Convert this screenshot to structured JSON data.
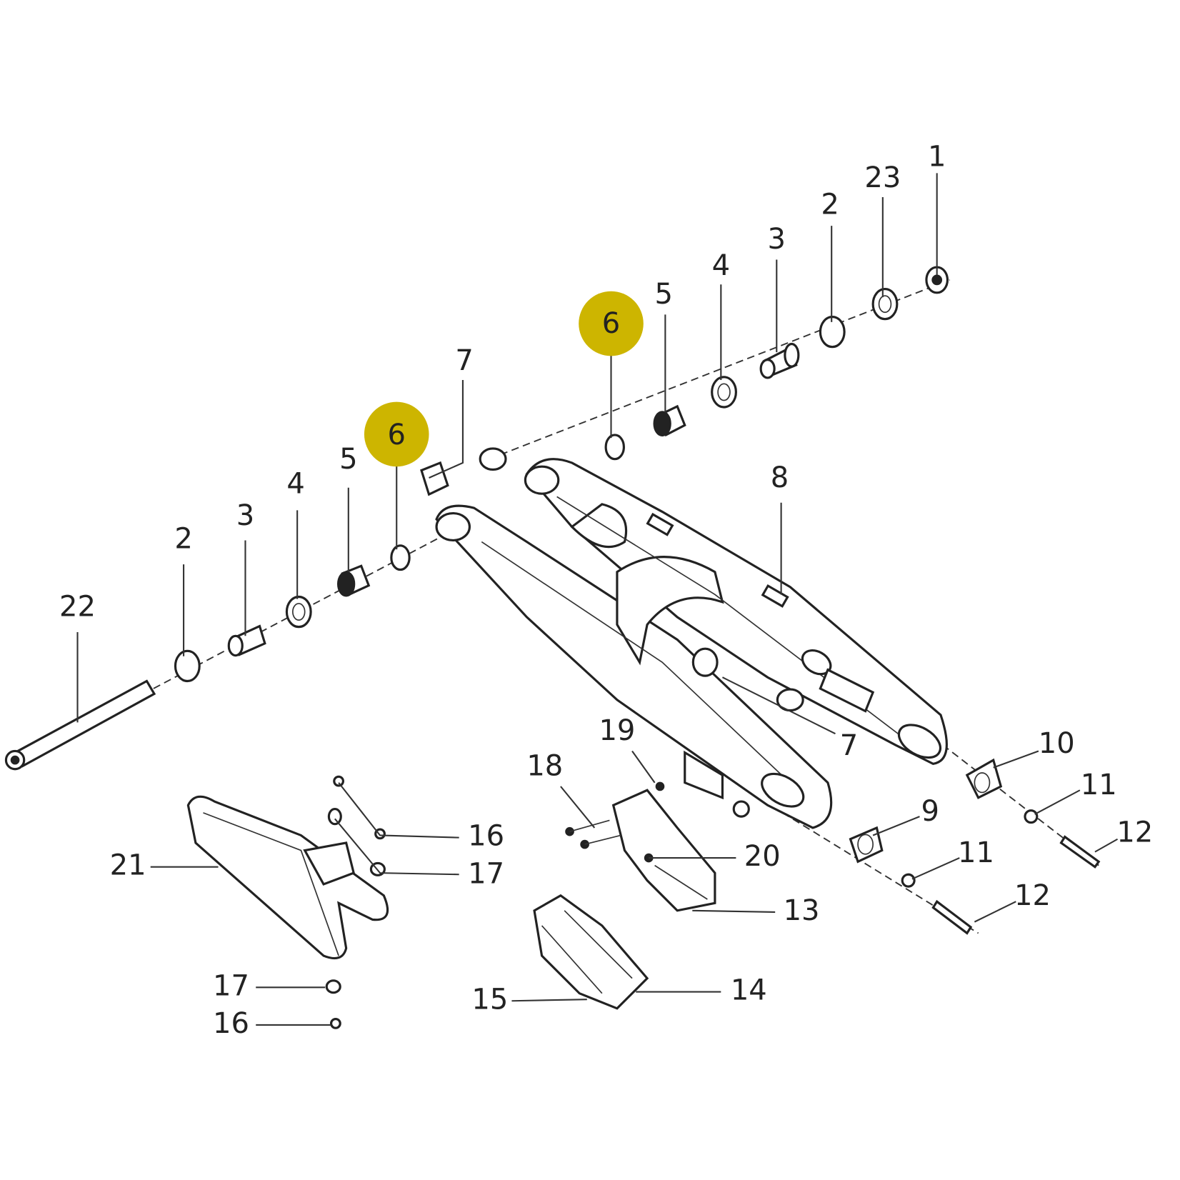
{
  "diagram": {
    "title": "Swingarm exploded parts diagram",
    "highlight_color": "#cdb500",
    "callouts": [
      {
        "number": "1",
        "highlighted": false
      },
      {
        "number": "23",
        "highlighted": false
      },
      {
        "number": "2",
        "highlighted": false
      },
      {
        "number": "3",
        "highlighted": false
      },
      {
        "number": "4",
        "highlighted": false
      },
      {
        "number": "5",
        "highlighted": false
      },
      {
        "number": "6",
        "highlighted": true
      },
      {
        "number": "7",
        "highlighted": false
      },
      {
        "number": "6",
        "highlighted": true
      },
      {
        "number": "5",
        "highlighted": false
      },
      {
        "number": "4",
        "highlighted": false
      },
      {
        "number": "3",
        "highlighted": false
      },
      {
        "number": "2",
        "highlighted": false
      },
      {
        "number": "22",
        "highlighted": false
      },
      {
        "number": "8",
        "highlighted": false
      },
      {
        "number": "7",
        "highlighted": false
      },
      {
        "number": "10",
        "highlighted": false
      },
      {
        "number": "11",
        "highlighted": false
      },
      {
        "number": "12",
        "highlighted": false
      },
      {
        "number": "9",
        "highlighted": false
      },
      {
        "number": "11",
        "highlighted": false
      },
      {
        "number": "12",
        "highlighted": false
      },
      {
        "number": "19",
        "highlighted": false
      },
      {
        "number": "18",
        "highlighted": false
      },
      {
        "number": "20",
        "highlighted": false
      },
      {
        "number": "13",
        "highlighted": false
      },
      {
        "number": "14",
        "highlighted": false
      },
      {
        "number": "15",
        "highlighted": false
      },
      {
        "number": "16",
        "highlighted": false
      },
      {
        "number": "17",
        "highlighted": false
      },
      {
        "number": "21",
        "highlighted": false
      },
      {
        "number": "17",
        "highlighted": false
      },
      {
        "number": "16",
        "highlighted": false
      }
    ]
  }
}
